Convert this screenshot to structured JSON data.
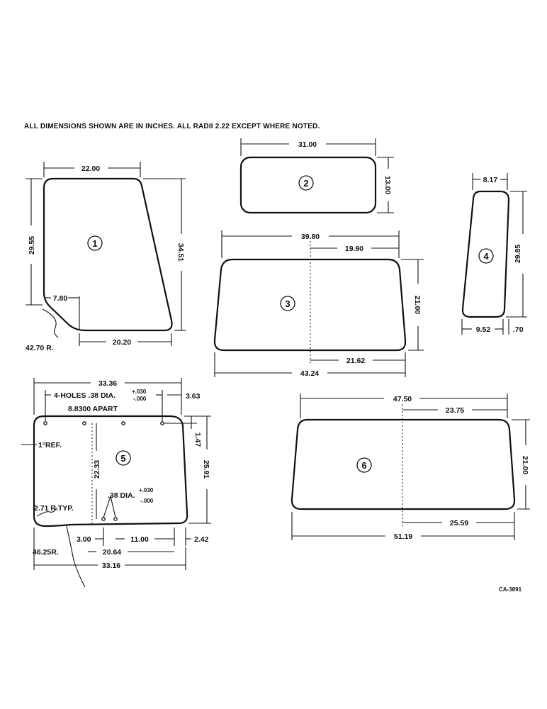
{
  "header": "ALL DIMENSIONS SHOWN ARE IN INCHES.  ALL RADII 2.22 EXCEPT WHERE NOTED.",
  "drawing_code": "CA-3891",
  "parts": {
    "p1": {
      "number": "1",
      "top_width": "22.00",
      "left_height": "29.55",
      "right_height": "34.51",
      "inset": "7.80",
      "bottom_width": "20.20",
      "radius": "42.70 R."
    },
    "p2": {
      "number": "2",
      "width": "31.00",
      "height": "13.00"
    },
    "p3": {
      "number": "3",
      "top_width": "39.80",
      "half_top": "19.90",
      "height": "21.00",
      "half_bottom": "21.62",
      "bottom_width": "43.24"
    },
    "p4": {
      "number": "4",
      "top_width": "8.17",
      "height": "29.85",
      "bottom_width": "9.52",
      "offset": ".70"
    },
    "p5": {
      "number": "5",
      "top_width": "33.36",
      "holes": "4-HOLES .38 DIA.",
      "tol_plus": "+.030",
      "tol_minus": "-.000",
      "spacing": "8.8300 APART",
      "side_offset": "3.63",
      "ref": "1°REF.",
      "hole_drop": "1.47",
      "inner_height": "22.33",
      "height": "25.91",
      "hole2": ".38 DIA.",
      "hole2_plus": "+.030",
      "hole2_minus": "-.000",
      "corner": "2.71 R.TYP.",
      "hole_x": "3.00",
      "hole_spacing": "11.00",
      "bottom_offset": "2.42",
      "radius": "46.25R.",
      "half_bottom": "20.64",
      "bottom_width": "33.16"
    },
    "p6": {
      "number": "6",
      "top_width": "47.50",
      "half_top": "23.75",
      "height": "21.00",
      "half_bottom": "25.59",
      "bottom_width": "51.19"
    }
  }
}
